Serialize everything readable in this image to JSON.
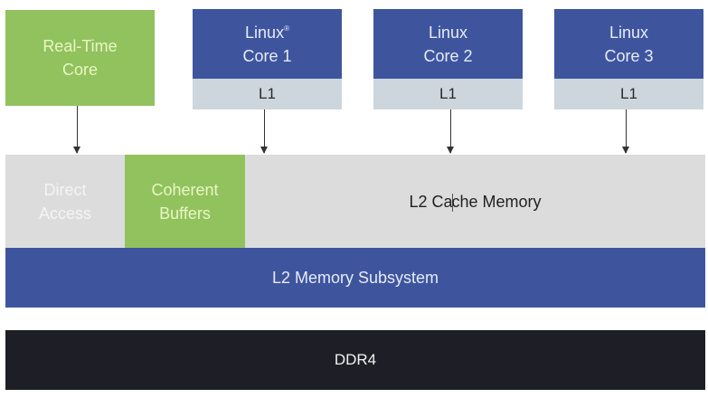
{
  "colors": {
    "realtime_green": "#92c25e",
    "linux_blue": "#3e559e",
    "l1_grey": "#ccd6dc",
    "l2_grey": "#dcdcdc",
    "ddr4_black": "#1e1f26"
  },
  "cores": {
    "realtime": {
      "line1": "Real-Time",
      "line2": "Core"
    },
    "linux": [
      {
        "line1": "Linux",
        "mark": "®",
        "line2": "Core 1",
        "cache": "L1"
      },
      {
        "line1": "Linux",
        "line2": "Core 2",
        "cache": "L1"
      },
      {
        "line1": "Linux",
        "line2": "Core 3",
        "cache": "L1"
      }
    ]
  },
  "l2": {
    "direct_access": {
      "line1": "Direct",
      "line2": "Access"
    },
    "coherent_buffers": {
      "line1": "Coherent",
      "line2": "Buffers"
    },
    "cache_memory_a": "L2 Ca",
    "cache_memory_b": "che Memory"
  },
  "subsystem": {
    "label": "L2 Memory Subsystem"
  },
  "ddr": {
    "label": "DDR4"
  }
}
